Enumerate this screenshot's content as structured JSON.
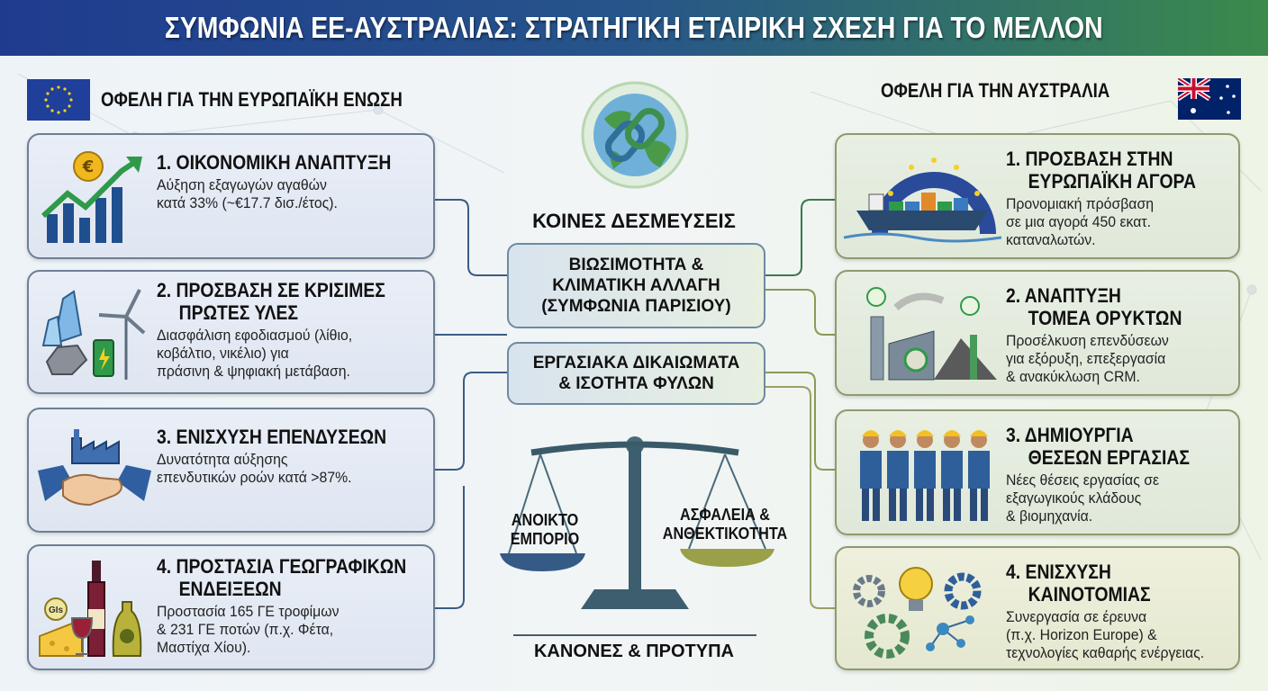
{
  "title": "ΣΥΜΦΩΝΙΑ ΕΕ-ΑΥΣΤΡΑΛΙΑΣ: ΣΤΡΑΤΗΓΙΚΗ ΕΤΑΙΡΙΚΗ ΣΧΕΣΗ ΓΙΑ ΤΟ ΜΕΛΛΟΝ",
  "colors": {
    "header_start": "#1f3b8f",
    "header_end": "#3b8a4c",
    "eu_blue": "#1f3f9a",
    "eu_star": "#f5d020",
    "au_red": "#c8102e"
  },
  "eu": {
    "heading": "ΟΦΕΛΗ ΓΙΑ ΤΗΝ ΕΥΡΩΠΑΪΚΗ ΕΝΩΣΗ",
    "flag_icon": "eu-flag-icon",
    "cards": [
      {
        "title": "1. ΟΙΚΟΝΟΜΙΚΗ ΑΝΑΠΤΥΞΗ",
        "text": [
          "Αύξηση εξαγωγών αγαθών",
          "κατά 33% (~€17.7 δισ./έτος)."
        ],
        "icon": "growth-chart-euro-icon"
      },
      {
        "title": [
          "2. ΠΡΟΣΒΑΣΗ ΣΕ ΚΡΙΣΙΜΕΣ",
          "ΠΡΩΤΕΣ ΥΛΕΣ"
        ],
        "text": [
          "Διασφάλιση εφοδιασμού (λίθιο,",
          "κοβάλτιο, νικέλιο) για",
          "πράσινη & ψηφιακή μετάβαση."
        ],
        "icon": "crystals-wind-battery-icon"
      },
      {
        "title": "3. ΕΝΙΣΧΥΣΗ ΕΠΕΝΔΥΣΕΩΝ",
        "text": [
          "Δυνατότητα αύξησης",
          "επενδυτικών ροών κατά >87%."
        ],
        "icon": "handshake-factory-icon"
      },
      {
        "title": [
          "4. ΠΡΟΣΤΑΣΙΑ ΓΕΩΓΡΑΦΙΚΩΝ",
          "ΕΝΔΕΙΞΕΩΝ"
        ],
        "text": [
          "Προστασία 165 ΓΕ τροφίμων",
          "& 231 ΓΕ ποτών (π.χ. Φέτα,",
          "Μαστίχα Χίου)."
        ],
        "icon": "wine-cheese-oil-icon",
        "badge": "GIs"
      }
    ]
  },
  "au": {
    "heading": "ΟΦΕΛΗ ΓΙΑ ΤΗΝ ΑΥΣΤΡΑΛΙΑ",
    "flag_icon": "australia-flag-icon",
    "cards": [
      {
        "title": [
          "1. ΠΡΟΣΒΑΣΗ ΣΤΗΝ",
          "ΕΥΡΩΠΑΪΚΗ ΑΓΟΡΑ"
        ],
        "text": [
          "Προνομιακή πρόσβαση",
          "σε μια αγορά 450 εκατ.",
          "καταναλωτών."
        ],
        "icon": "cargo-ship-eu-icon"
      },
      {
        "title": [
          "2. ΑΝΑΠΤΥΞΗ",
          "ΤΟΜΕΑ ΟΡΥΚΤΩΝ"
        ],
        "text": [
          "Προσέλκυση επενδύσεων",
          "για εξόρυξη, επεξεργασία",
          "& ανακύκλωση CRM."
        ],
        "icon": "mining-plant-icon"
      },
      {
        "title": [
          "3. ΔΗΜΙΟΥΡΓΙΑ",
          "ΘΕΣΕΩΝ ΕΡΓΑΣΙΑΣ"
        ],
        "text": [
          "Νέες θέσεις εργασίας σε",
          "εξαγωγικούς κλάδους",
          "& βιομηχανία."
        ],
        "icon": "workers-icon"
      },
      {
        "title": [
          "4. ΕΝΙΣΧΥΣΗ",
          "ΚΑΙΝΟΤΟΜΙΑΣ"
        ],
        "text": [
          "Συνεργασία σε έρευνα",
          "(π.χ. Horizon Europe) &",
          "τεχνολογίες καθαρής ενέργειας."
        ],
        "icon": "gears-lightbulb-icon"
      }
    ]
  },
  "center": {
    "heading": "ΚΟΙΝΕΣ ΔΕΣΜΕΥΣΕΙΣ",
    "globe_icon": "globe-chain-icon",
    "boxes": [
      [
        "ΒΙΩΣΙΜΟΤΗΤΑ &",
        "ΚΛΙΜΑΤΙΚΗ ΑΛΛΑΓΗ",
        "(ΣΥΜΦΩΝΙΑ ΠΑΡΙΣΙΟΥ)"
      ],
      [
        "ΕΡΓΑΣΙΑΚΑ ΔΙΚΑΙΩΜΑΤΑ",
        "& ΙΣΟΤΗΤΑ ΦΥΛΩΝ"
      ]
    ],
    "scale_icon": "balance-scale-icon",
    "scale_left": [
      "ΑΝΟΙΚΤΟ",
      "ΕΜΠΟΡΙΟ"
    ],
    "scale_right": [
      "ΑΣΦΑΛΕΙΑ &",
      "ΑΝΘΕΚΤΙΚΟΤΗΤΑ"
    ],
    "footer": "ΚΑΝΟΝΕΣ & ΠΡΟΤΥΠΑ"
  }
}
